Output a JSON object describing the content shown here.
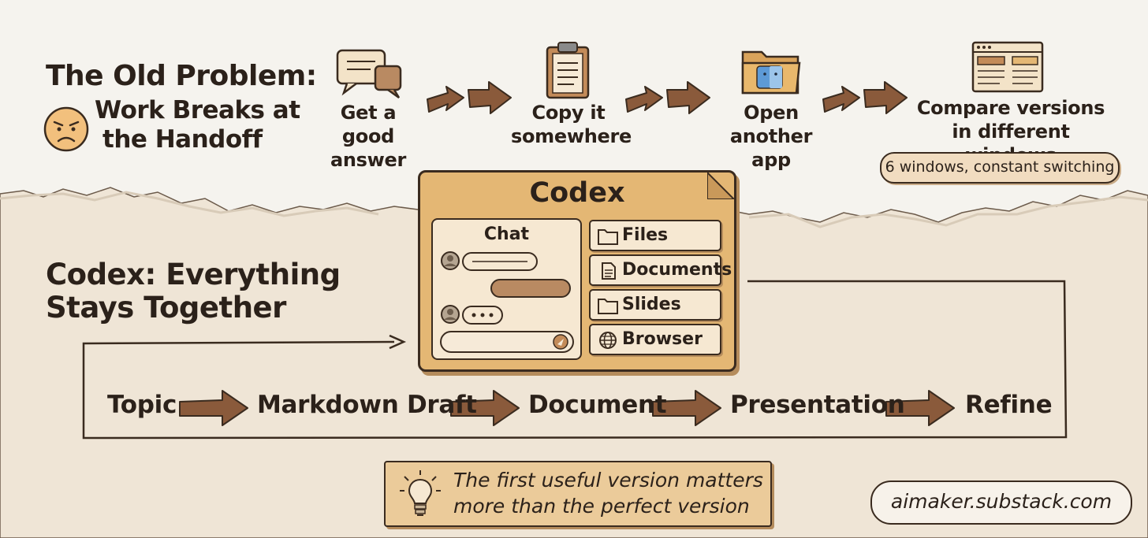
{
  "colors": {
    "paper_top": "#f5f3ee",
    "paper_bottom": "#efe5d6",
    "arrow": "#8a5a3b",
    "codex_window": "#e4b774",
    "panel": "#f6e8d2",
    "ink": "#2b211a"
  },
  "top": {
    "title": "The Old Problem:",
    "subtitle_line1": "Work Breaks at",
    "subtitle_line2": "the Handoff",
    "face_icon": "angry-face-icon",
    "steps": [
      {
        "line1": "Get a good",
        "line2": "answer",
        "icon": "chat-bubbles-icon"
      },
      {
        "line1": "Copy it",
        "line2": "somewhere",
        "icon": "clipboard-icon"
      },
      {
        "line1": "Open",
        "line2": "another app",
        "icon": "finder-folder-icon"
      },
      {
        "line1": "Compare versions",
        "line2": "in different windows",
        "icon": "browser-windows-icon"
      }
    ],
    "note": "6 windows, constant switching"
  },
  "codex": {
    "title": "Codex",
    "chat_title": "Chat",
    "files": [
      {
        "label": "Files",
        "icon": "folder-icon"
      },
      {
        "label": "Documents",
        "icon": "document-icon"
      },
      {
        "label": "Slides",
        "icon": "folder-icon"
      },
      {
        "label": "Browser",
        "icon": "globe-icon"
      }
    ],
    "send_icon": "send-icon"
  },
  "bottom": {
    "heading_line1": "Codex: Everything",
    "heading_line2": "Stays Together",
    "flow": [
      "Topic",
      "Markdown Draft",
      "Document",
      "Presentation",
      "Refine"
    ],
    "tip_line1": "The first useful version matters",
    "tip_line2": "more than the perfect version",
    "tip_icon": "lightbulb-icon",
    "url": "aimaker.substack.com"
  }
}
